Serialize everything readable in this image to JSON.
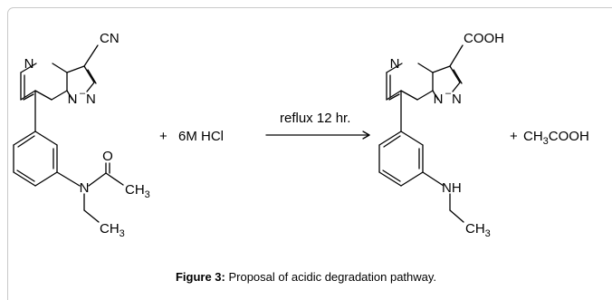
{
  "reactant": {
    "cn": "CN",
    "n_top": "N",
    "n_bridge": "N",
    "n_right": "N",
    "n_amide": "N",
    "o": "O",
    "ch3_amide": "CH",
    "ch3_amide_sub": "3",
    "ch3_ethyl": "CH",
    "ch3_ethyl_sub": "3"
  },
  "reagent": {
    "plus": "+",
    "text": "6M HCl"
  },
  "condition": {
    "text": "reflux 12 hr."
  },
  "product": {
    "cooh": "COOH",
    "n_top": "N",
    "n_bridge": "N",
    "n_right": "N",
    "nh": "NH",
    "ch3": "CH",
    "ch3_sub": "3"
  },
  "byproduct": {
    "plus": "+",
    "ch": "CH",
    "sub": "3",
    "rest": "COOH"
  },
  "caption": {
    "label": "Figure 3:",
    "text": " Proposal of acidic degradation pathway."
  }
}
